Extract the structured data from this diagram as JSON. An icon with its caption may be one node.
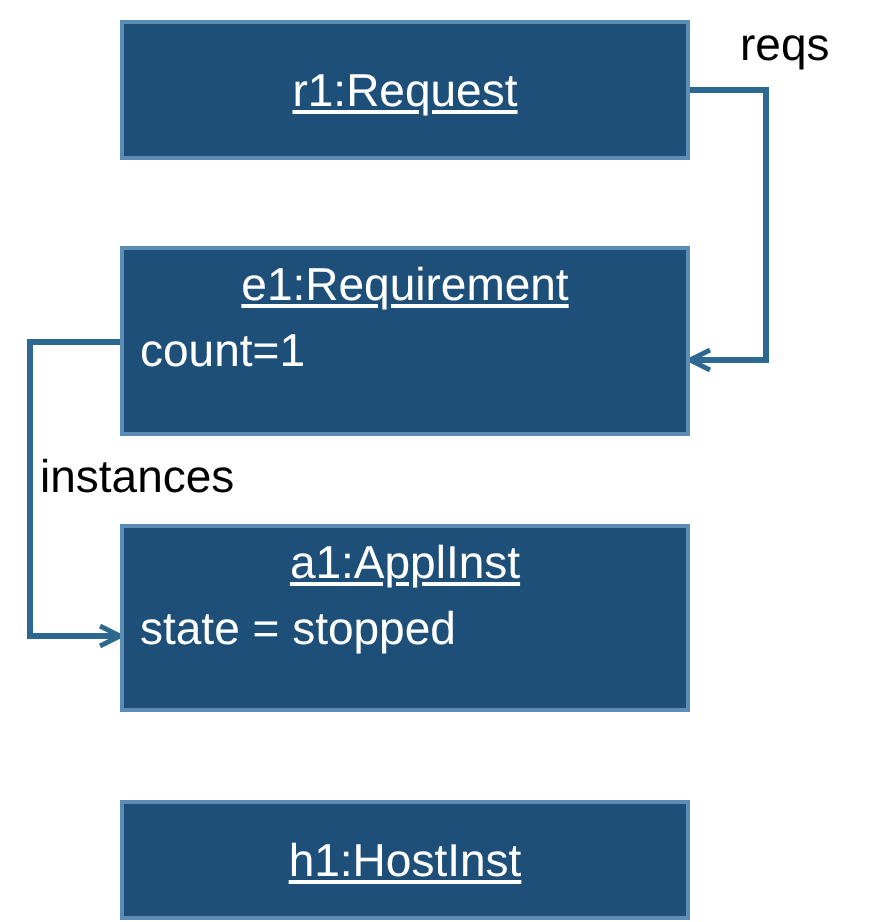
{
  "diagram": {
    "nodes": [
      {
        "text": [
          "r1:Request"
        ]
      },
      {
        "text": [
          "e1:Requirement",
          "count=1"
        ]
      },
      {
        "text": [
          "a1:ApplInst",
          "state = stopped"
        ]
      },
      {
        "text": [
          "h1:HostInst"
        ]
      }
    ],
    "edges": [
      {
        "from": 0,
        "to": 1,
        "arrow": "to",
        "label": "reqs"
      },
      {
        "from": 1,
        "to": 2,
        "arrow": "to",
        "label": "instances"
      }
    ]
  }
}
